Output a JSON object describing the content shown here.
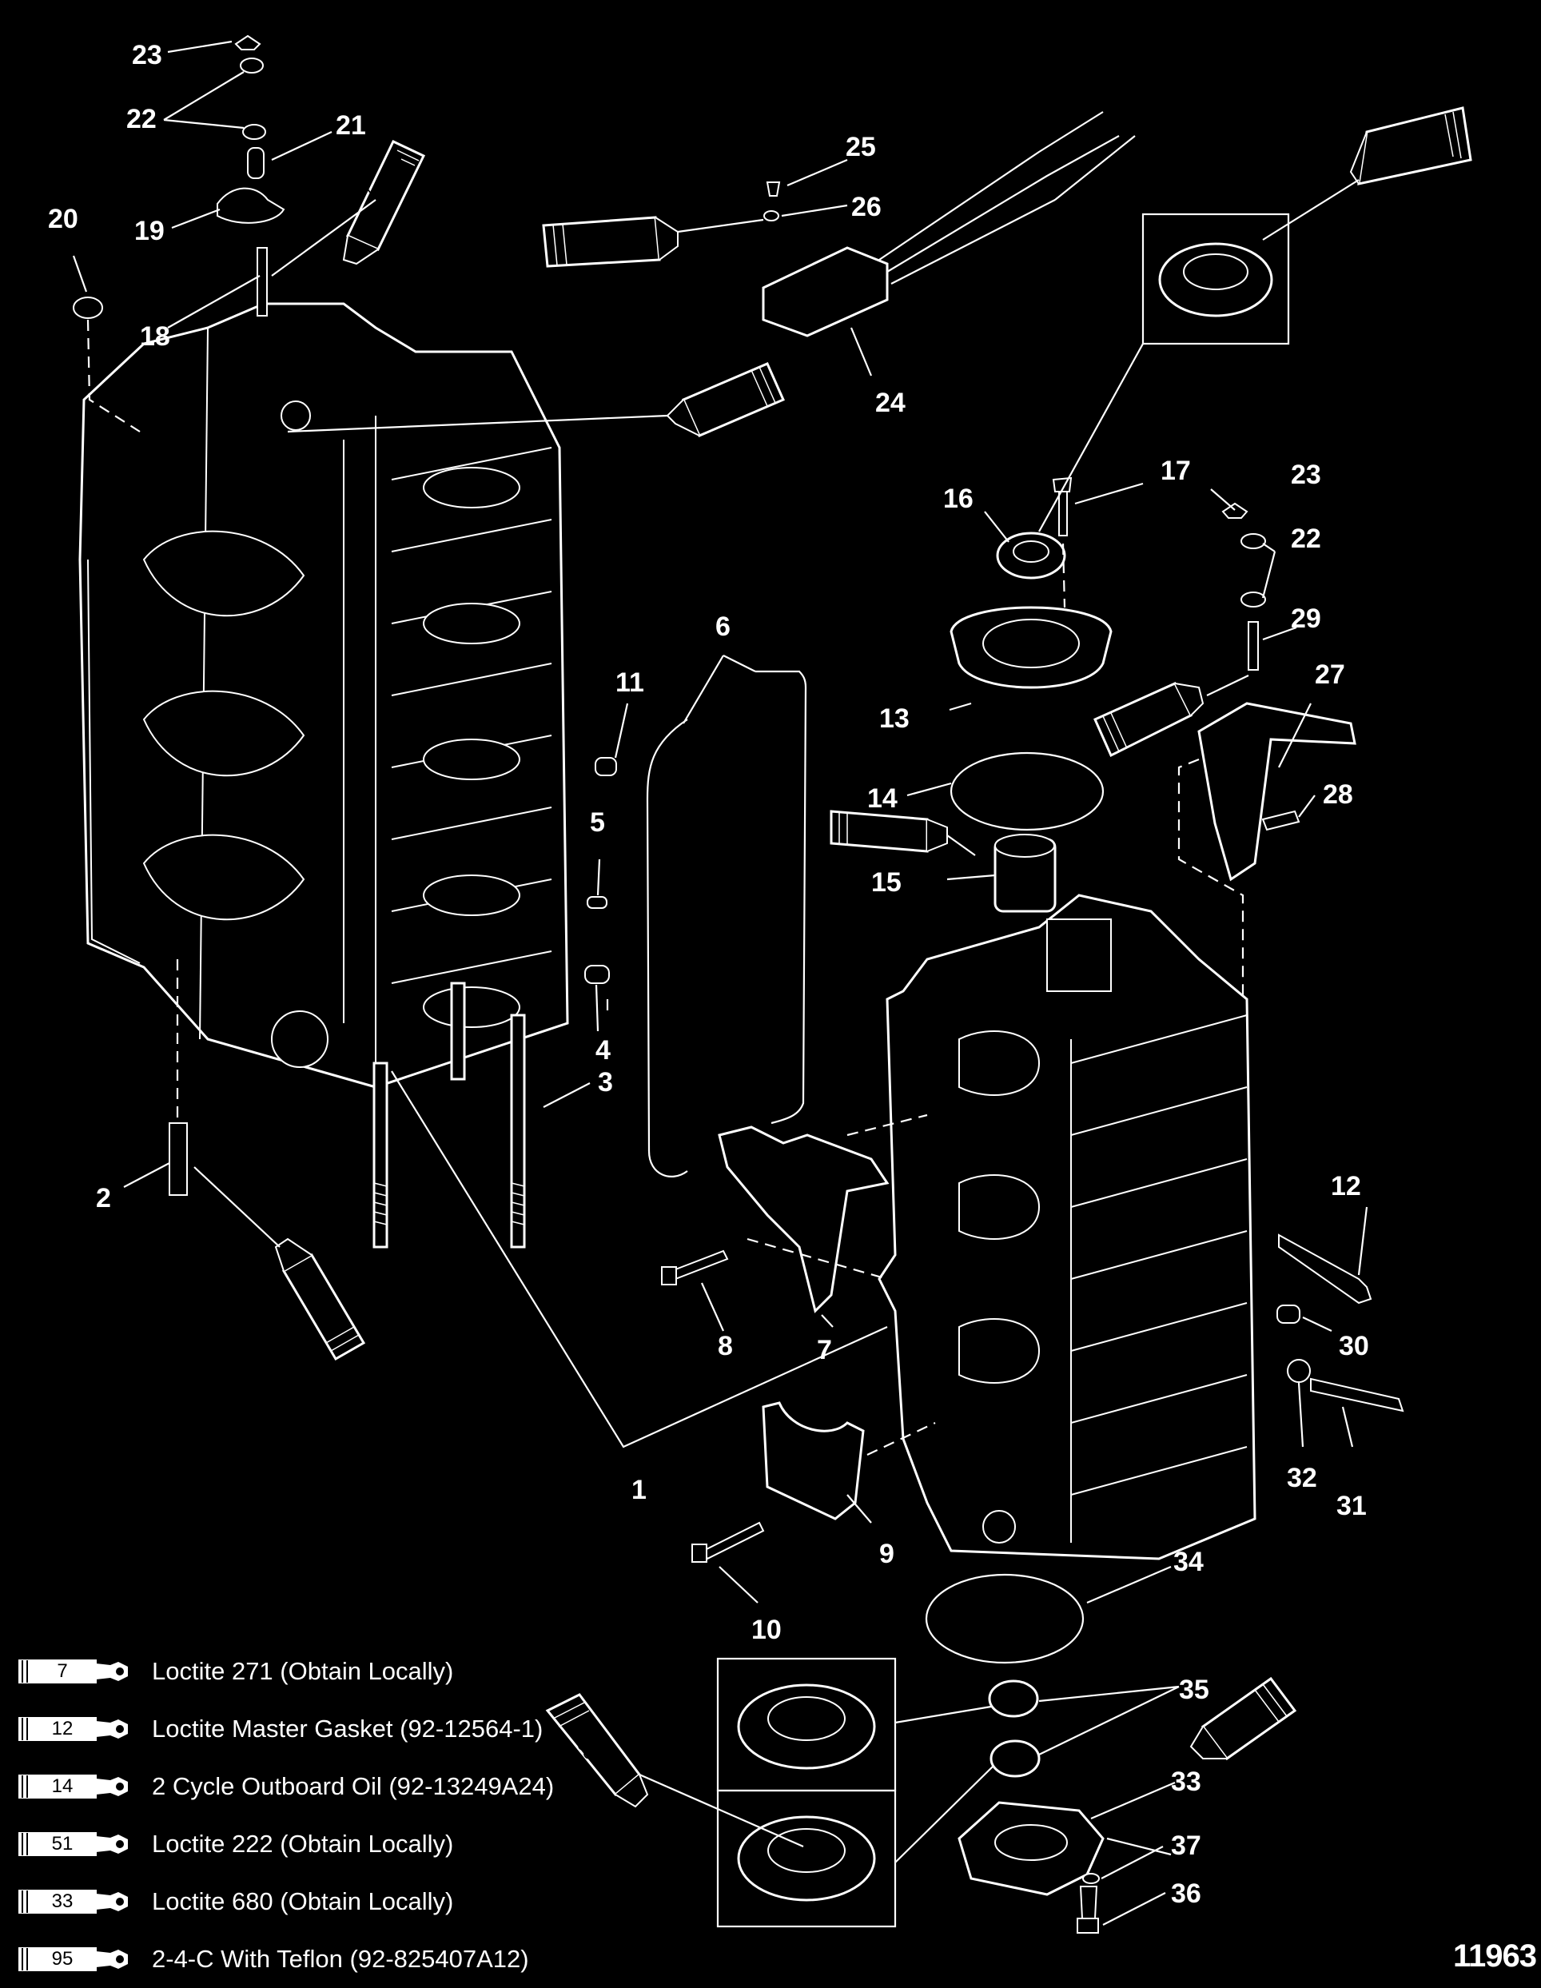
{
  "callouts": [
    {
      "id": "c1",
      "text": "1"
    },
    {
      "id": "c2",
      "text": "2"
    },
    {
      "id": "c3",
      "text": "3"
    },
    {
      "id": "c4",
      "text": "4"
    },
    {
      "id": "c5",
      "text": "5"
    },
    {
      "id": "c6",
      "text": "6"
    },
    {
      "id": "c7a",
      "text": "7"
    },
    {
      "id": "c8",
      "text": "8"
    },
    {
      "id": "c9",
      "text": "9"
    },
    {
      "id": "c10",
      "text": "10"
    },
    {
      "id": "c11",
      "text": "11"
    },
    {
      "id": "c12",
      "text": "12"
    },
    {
      "id": "c13",
      "text": "13"
    },
    {
      "id": "c14",
      "text": "14"
    },
    {
      "id": "c15",
      "text": "15"
    },
    {
      "id": "c16",
      "text": "16"
    },
    {
      "id": "c17",
      "text": "17"
    },
    {
      "id": "c18",
      "text": "18"
    },
    {
      "id": "c19",
      "text": "19"
    },
    {
      "id": "c20",
      "text": "20"
    },
    {
      "id": "c21",
      "text": "21"
    },
    {
      "id": "c22a",
      "text": "22"
    },
    {
      "id": "c22b",
      "text": "22"
    },
    {
      "id": "c23a",
      "text": "23"
    },
    {
      "id": "c23b",
      "text": "23"
    },
    {
      "id": "c24",
      "text": "24"
    },
    {
      "id": "c25",
      "text": "25"
    },
    {
      "id": "c26",
      "text": "26"
    },
    {
      "id": "c27",
      "text": "27"
    },
    {
      "id": "c28",
      "text": "28"
    },
    {
      "id": "c29",
      "text": "29"
    },
    {
      "id": "c30",
      "text": "30"
    },
    {
      "id": "c31",
      "text": "31"
    },
    {
      "id": "c32",
      "text": "32"
    },
    {
      "id": "c33",
      "text": "33"
    },
    {
      "id": "c34",
      "text": "34"
    },
    {
      "id": "c35",
      "text": "35"
    },
    {
      "id": "c36",
      "text": "36"
    },
    {
      "id": "c37",
      "text": "37"
    }
  ],
  "tube_labels": {
    "t7a": "7",
    "t7b": "7",
    "t12": "12",
    "t14": "14",
    "t33": "33",
    "t51": "51",
    "t95a": "95",
    "t95b": "95",
    "t95c": "95"
  },
  "legend": [
    {
      "num": "7",
      "text": "Loctite 271 (Obtain Locally)"
    },
    {
      "num": "12",
      "text": "Loctite Master Gasket (92-12564-1)"
    },
    {
      "num": "14",
      "text": "2 Cycle Outboard Oil (92-13249A24)"
    },
    {
      "num": "51",
      "text": "Loctite 222  (Obtain Locally)"
    },
    {
      "num": "33",
      "text": "Loctite 680 (Obtain Locally)"
    },
    {
      "num": "95",
      "text": "2-4-C  With Teflon (92-825407A12)"
    }
  ],
  "figure_id": "11963",
  "colors": {
    "background": "#000000",
    "ink": "#ffffff"
  }
}
